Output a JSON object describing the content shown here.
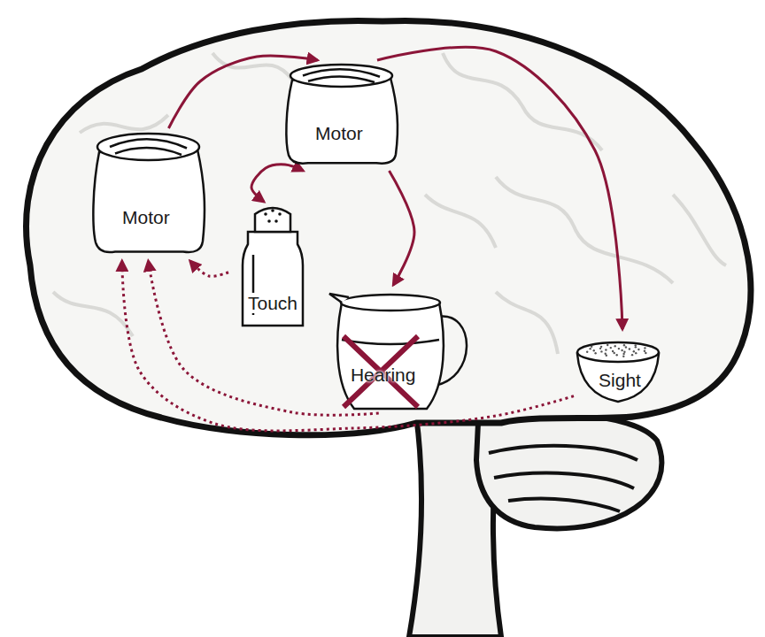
{
  "diagram": {
    "nodes": [
      {
        "text": [
          "Motor"
        ]
      },
      {
        "text": [
          "Motor"
        ]
      },
      {
        "text": [
          "Touch"
        ]
      },
      {
        "text": [
          "Hearing"
        ]
      },
      {
        "text": [
          "Sight"
        ]
      }
    ],
    "edges": [
      {
        "from": 1,
        "to": 0,
        "arrow": "to"
      },
      {
        "from": 0,
        "to": 4,
        "arrow": "to"
      },
      {
        "from": 0,
        "to": 3,
        "arrow": "to"
      },
      {
        "from": 2,
        "to": 0,
        "arrow": "both"
      },
      {
        "from": 2,
        "to": 1,
        "arrow": "to"
      },
      {
        "from": 3,
        "to": 1,
        "arrow": "to"
      },
      {
        "from": 4,
        "to": 1,
        "arrow": "to"
      }
    ]
  }
}
